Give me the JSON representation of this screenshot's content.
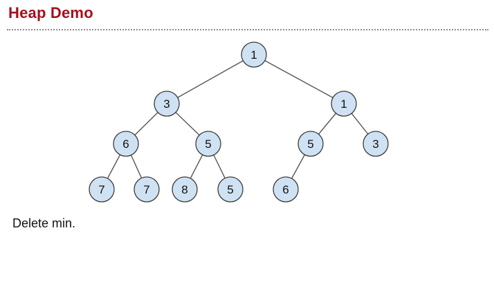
{
  "slide": {
    "title": "Heap Demo",
    "caption": "Delete min."
  },
  "heap": {
    "values": [
      1,
      3,
      1,
      6,
      5,
      5,
      3,
      7,
      7,
      8,
      5,
      6
    ],
    "node_fill": "#cfe2f3",
    "node_stroke": "#3a3a3a",
    "edge_color": "#555555"
  },
  "theme": {
    "title_color": "#a3111c"
  }
}
